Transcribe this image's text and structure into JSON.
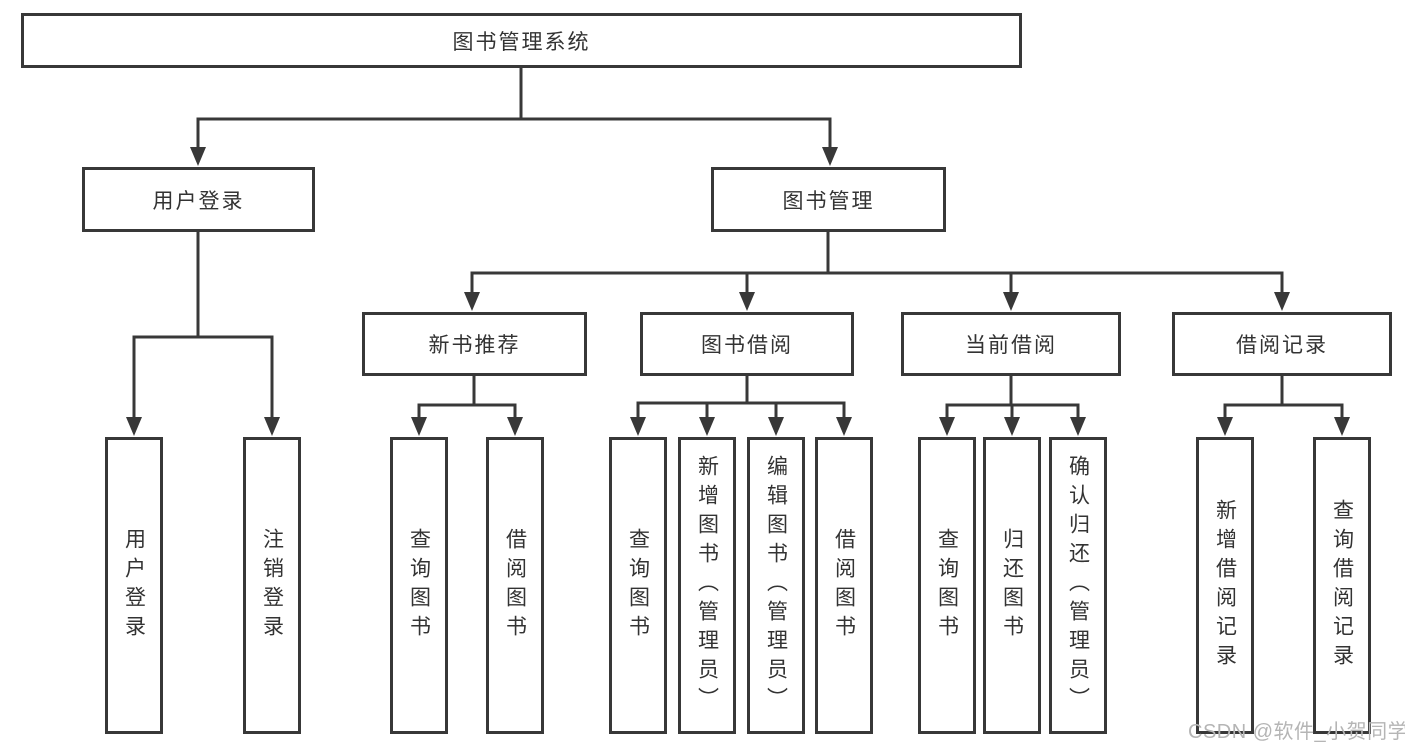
{
  "nodes": {
    "root": "图书管理系统",
    "user_login": "用户登录",
    "book_mgmt": "图书管理",
    "new_books": "新书推荐",
    "book_borrow": "图书借阅",
    "current_borrow": "当前借阅",
    "borrow_records": "借阅记录"
  },
  "leaves": {
    "user_login": [
      "用户登录",
      "注销登录"
    ],
    "new_books": [
      "查询图书",
      "借阅图书"
    ],
    "book_borrow": [
      "查询图书",
      "新增图书（管理员）",
      "编辑图书（管理员）",
      "借阅图书"
    ],
    "current_borrow": [
      "查询图书",
      "归还图书",
      "确认归还（管理员）"
    ],
    "borrow_records": [
      "新增借阅记录",
      "查询借阅记录"
    ]
  },
  "watermark": "CSDN @软件_小贺同学",
  "colors": {
    "line": "#383838",
    "text": "#333333",
    "watermark": "#b5b5b5",
    "background": "#ffffff"
  }
}
